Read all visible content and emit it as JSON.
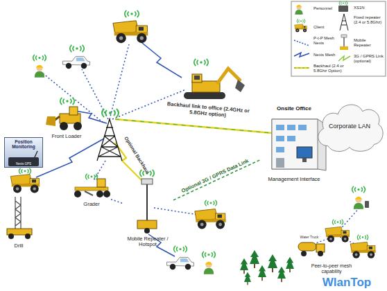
{
  "diagram": {
    "nodes": [
      {
        "text": [
          "Front Loader"
        ]
      },
      {
        "text": [
          "Onsite Office",
          "Management Interface"
        ]
      },
      {
        "text": [
          "Corporate LAN"
        ]
      },
      {
        "text": [
          "Position Monitoring",
          "Nexis GPS"
        ]
      },
      {
        "text": [
          "Grader"
        ]
      },
      {
        "text": [
          "Mobile Repeater / Hotspot"
        ]
      },
      {
        "text": [
          "Drill"
        ]
      }
    ],
    "edges": [
      {
        "from": 5,
        "to": 1,
        "label": "Optional 3G / GPRS Data Link",
        "arrow": "none"
      },
      {
        "from": 4,
        "to": 5,
        "arrow": "none"
      }
    ],
    "labels": [
      "Backhaul link to office (2.4GHz or 5.8GHz option)",
      "Optional Backhaul",
      "Water Truck",
      "Peer-to-peer mesh capability",
      "WlanTop"
    ],
    "legend": [
      {
        "text": "Personnel"
      },
      {
        "text": "XS1N"
      },
      {
        "text": "Client"
      },
      {
        "text": "Fixed repeater (2.4 or 5.8Ghz)"
      },
      {
        "text": "P-t-P Mesh Nexis"
      },
      {
        "text": "Mobile Repeater"
      },
      {
        "text": "Nexis Mesh"
      },
      {
        "text": "3G / GPRS Link (optional)"
      },
      {
        "text": "Backhaul (2.4 or 5.8Ghz Option)"
      }
    ]
  }
}
